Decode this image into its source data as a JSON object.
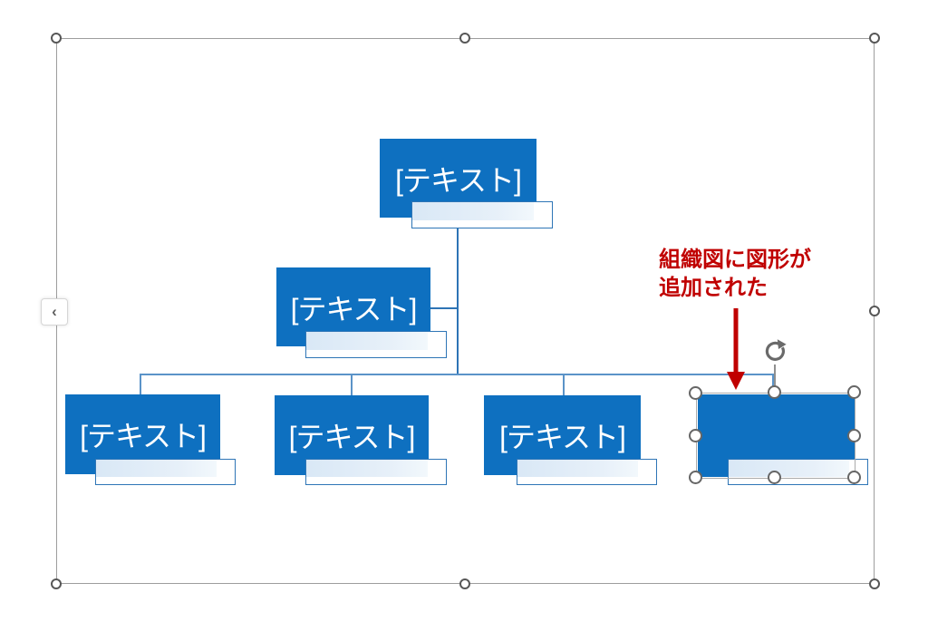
{
  "app": {
    "description": "PowerPoint slide with a SmartArt organization chart selected"
  },
  "smartart": {
    "placeholder": "[テキスト]",
    "nodes": [
      {
        "id": "root",
        "label": "[テキスト]"
      },
      {
        "id": "assistant",
        "label": "[テキスト]"
      },
      {
        "id": "child-1",
        "label": "[テキスト]"
      },
      {
        "id": "child-2",
        "label": "[テキスト]"
      },
      {
        "id": "child-3",
        "label": "[テキスト]"
      },
      {
        "id": "new-shape",
        "label": ""
      }
    ],
    "colors": {
      "node_fill": "#0e70c0",
      "subshape_border": "#2e75b6",
      "connector": "#5b93c8",
      "connector_dark": "#2e74b5"
    }
  },
  "annotation": {
    "line1": "組織図に図形が",
    "line2": "追加された",
    "color": "#c00000"
  },
  "selection": {
    "frame_color": "#9d9d9d",
    "handle_color": "#575757"
  },
  "icons": {
    "text_pane_chevron": "‹",
    "rotate": "↻"
  }
}
